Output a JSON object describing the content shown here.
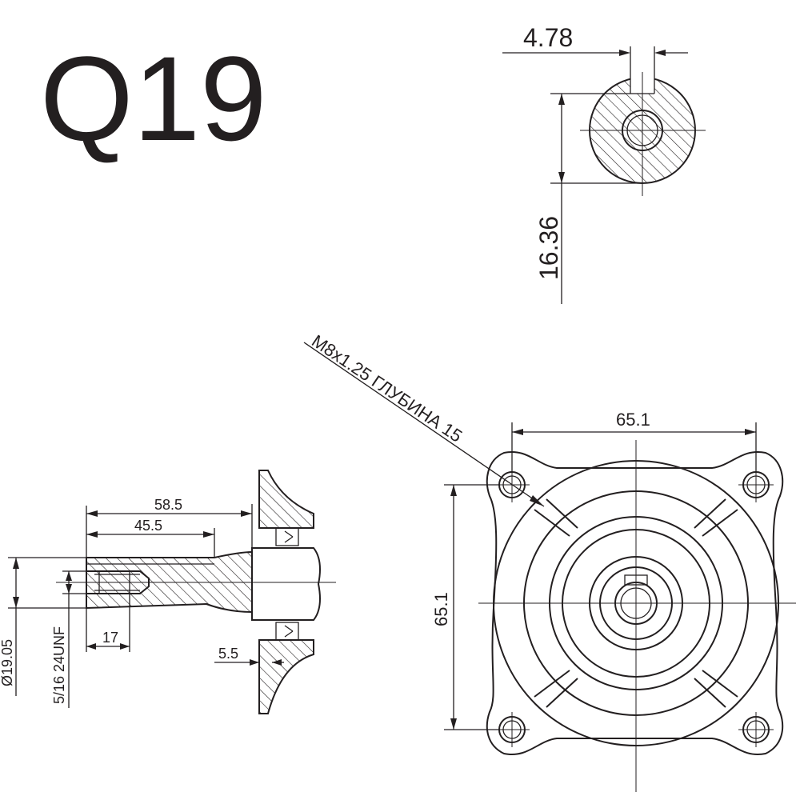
{
  "title": "Q19",
  "dimensions": {
    "key_width": "4.78",
    "key_depth": "16.36",
    "flange_width": "65.1",
    "flange_height": "65.1",
    "length_total": "58.5",
    "length_key": "45.5",
    "thread_length": "17",
    "offset": "5.5",
    "shaft_diameter": "Ø19.05",
    "thread_spec": "5/16 24UNF",
    "mount_thread": "M8x1.25 ГЛУБИНА 15"
  },
  "colors": {
    "line": "#231f20",
    "background": "#ffffff"
  }
}
